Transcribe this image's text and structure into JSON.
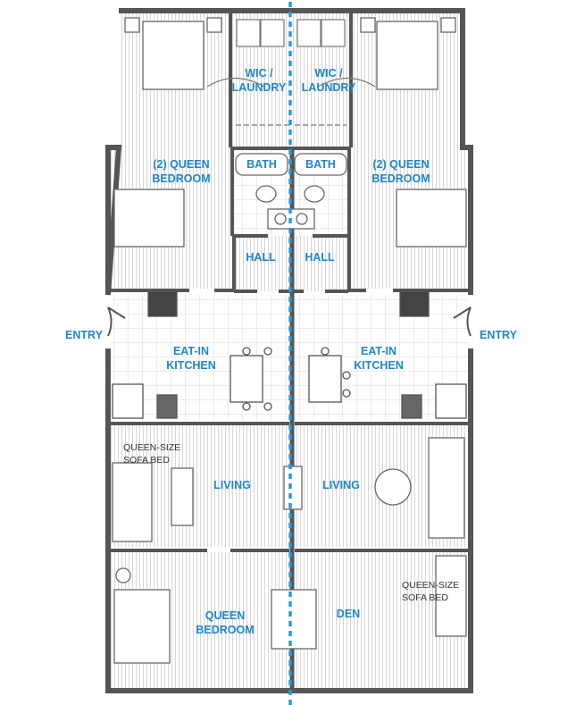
{
  "colors": {
    "wall": "#555555",
    "floor": "#e8e8e8",
    "label": "#1f86c6",
    "divider": "#2b97e0"
  },
  "rooms": {
    "wic_left": [
      "WIC /",
      "LAUNDRY"
    ],
    "wic_right": [
      "WIC /",
      "LAUNDRY"
    ],
    "bath_left": "BATH",
    "bath_right": "BATH",
    "bedroom_left": [
      "(2) QUEEN",
      "BEDROOM"
    ],
    "bedroom_right": [
      "(2) QUEEN",
      "BEDROOM"
    ],
    "hall_left": "HALL",
    "hall_right": "HALL",
    "entry_left": "ENTRY",
    "entry_right": "ENTRY",
    "kitchen_left": [
      "EAT-IN",
      "KITCHEN"
    ],
    "kitchen_right": [
      "EAT-IN",
      "KITCHEN"
    ],
    "living_left": "LIVING",
    "living_right": "LIVING",
    "queen_bedroom": [
      "QUEEN",
      "BEDROOM"
    ],
    "den": "DEN"
  },
  "notes": {
    "sofa_bed_left": [
      "QUEEN-SIZE",
      "SOFA BED"
    ],
    "sofa_bed_right": [
      "QUEEN-SIZE",
      "SOFA BED"
    ]
  }
}
